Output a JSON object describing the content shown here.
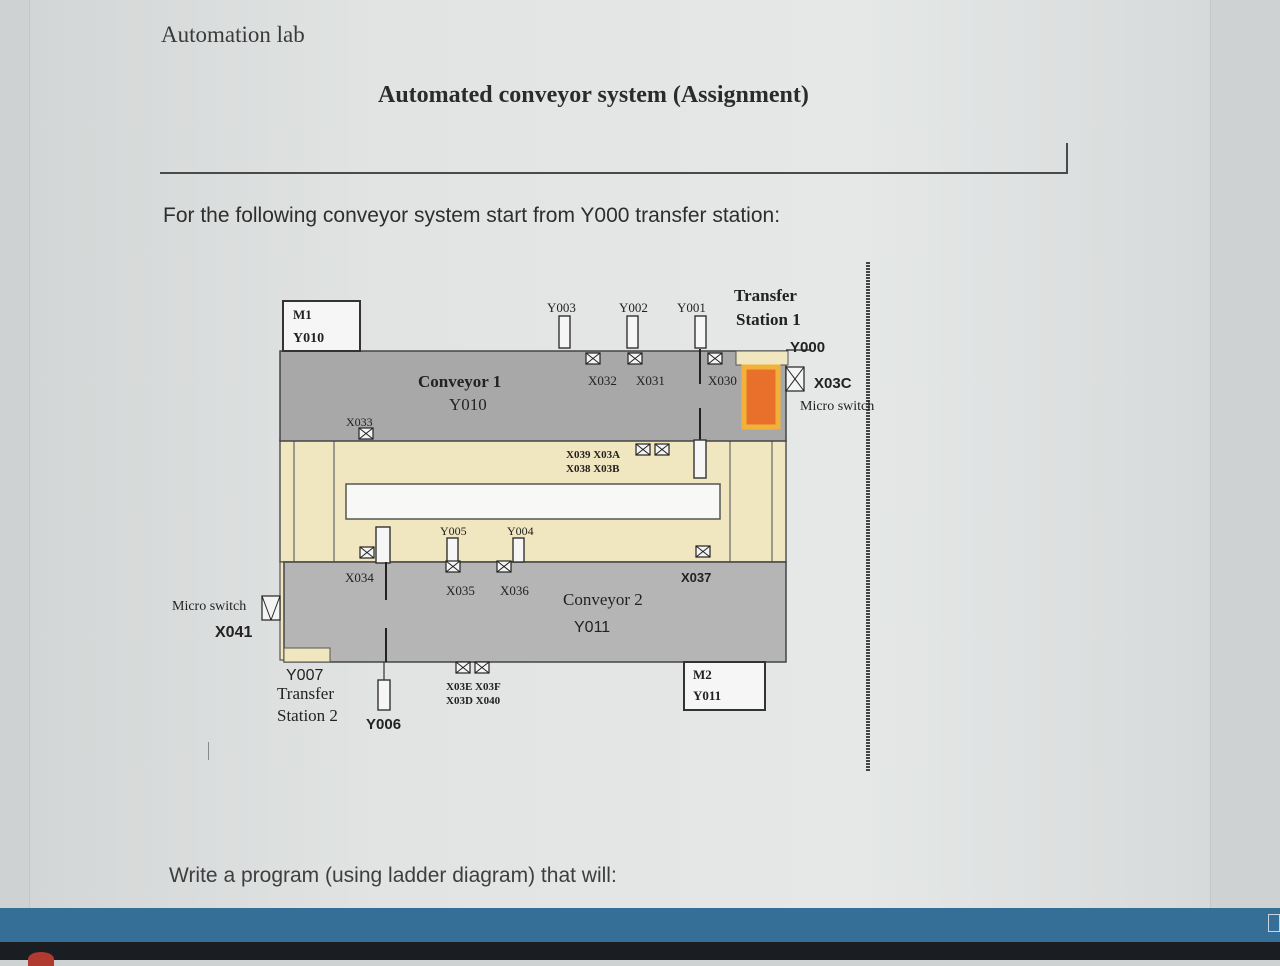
{
  "document": {
    "course": "Automation lab",
    "heading": "Automated conveyor system (Assignment)",
    "intro": "For the following conveyor system start from Y000 transfer station:",
    "footer": "Write a program (using ladder diagram) that will:"
  },
  "diagram": {
    "motor1": {
      "name": "M1",
      "output": "Y010"
    },
    "motor2": {
      "name": "M2",
      "output": "Y011"
    },
    "conveyor1": {
      "name": "Conveyor 1",
      "output": "Y010"
    },
    "conveyor2": {
      "name": "Conveyor 2",
      "output": "Y011"
    },
    "transfer_station_1": {
      "line1": "Transfer",
      "line2": "Station 1",
      "output": "Y000"
    },
    "transfer_station_2": {
      "output": "Y007",
      "line1": "Transfer",
      "line2": "Station 2"
    },
    "micro_switch_right": {
      "input": "X03C",
      "label": "Micro switch"
    },
    "micro_switch_left": {
      "label": "Micro switch",
      "input": "X041"
    },
    "outputs_top": [
      "Y003",
      "Y002",
      "Y001"
    ],
    "outputs_mid": [
      "Y005",
      "Y004"
    ],
    "output_bottom": "Y006",
    "sensors_conv1": [
      "X032",
      "X031",
      "X030"
    ],
    "sensor_conv1_left": "X033",
    "sensor_grid_top": {
      "row1": "X039 X03A",
      "row2": "X038 X03B"
    },
    "sensor_grid_bottom": {
      "row1": "X03E X03F",
      "row2": "X03D X040"
    },
    "sensor_conv2_left": "X034",
    "sensors_conv2": [
      "X035",
      "X036"
    ],
    "sensor_conv2_right": "X037"
  },
  "colors": {
    "conveyor": "#a8a8a8",
    "rail": "#f0e6bf",
    "station": "#e8702a",
    "station_border": "#f2b23a",
    "taskbar": "#356f97"
  }
}
